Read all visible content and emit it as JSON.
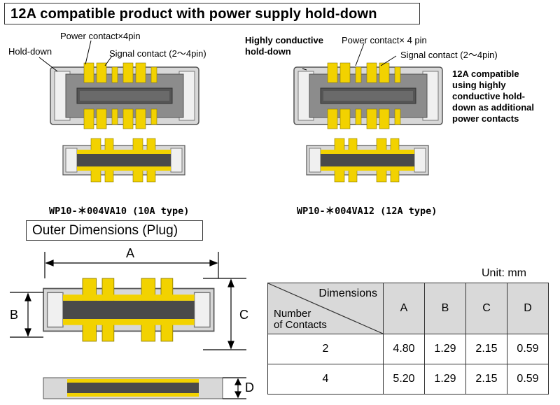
{
  "titles": {
    "main": "12A compatible product with power supply hold-down",
    "outer": "Outer Dimensions (Plug)"
  },
  "left_product": {
    "hold_down": "Hold-down",
    "power_contact": "Power contact×4pin",
    "signal_contact": "Signal contact (2～4pin)",
    "type": "WP10-＊004VA10 (10A type)"
  },
  "right_product": {
    "hold_down_line1": "Highly conductive",
    "hold_down_line2": "hold-down",
    "power_contact": "Power contact× 4 pin",
    "signal_contact": "Signal contact (2～4pin)",
    "note": [
      "12A compatible",
      "using highly",
      "conductive hold-",
      "down as additional",
      "power contacts"
    ],
    "type": "WP10-＊004VA12 (12A type)"
  },
  "dimension_letters": {
    "a": "A",
    "b": "B",
    "c": "C",
    "d": "D"
  },
  "table": {
    "unit": "Unit: mm",
    "header_dimensions": "Dimensions",
    "header_contacts_line1": "Number",
    "header_contacts_line2": "of Contacts",
    "columns": [
      "A",
      "B",
      "C",
      "D"
    ],
    "rows": [
      {
        "contacts": "2",
        "values": [
          "4.80",
          "1.29",
          "2.15",
          "0.59"
        ]
      },
      {
        "contacts": "4",
        "values": [
          "5.20",
          "1.29",
          "2.15",
          "0.59"
        ]
      }
    ]
  },
  "colors": {
    "gold": "#f2d200",
    "housing_gray": "#8c8c8c",
    "dark_core": "#4a4a4a",
    "silver": "#d8d8d8",
    "table_header": "#d9d9d9"
  }
}
